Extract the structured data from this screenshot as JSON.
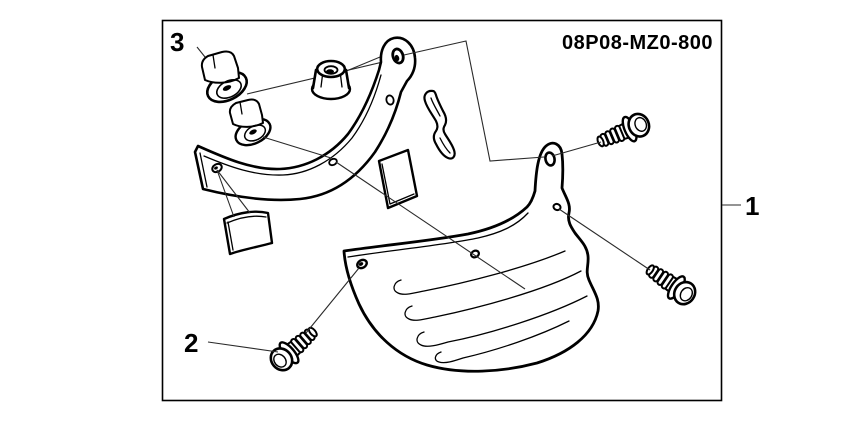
{
  "diagram": {
    "part_code": "08P08-MZ0-800",
    "callouts": [
      "1",
      "2",
      "3"
    ],
    "colors": {
      "ink": "#000000",
      "background": "#ffffff"
    }
  }
}
